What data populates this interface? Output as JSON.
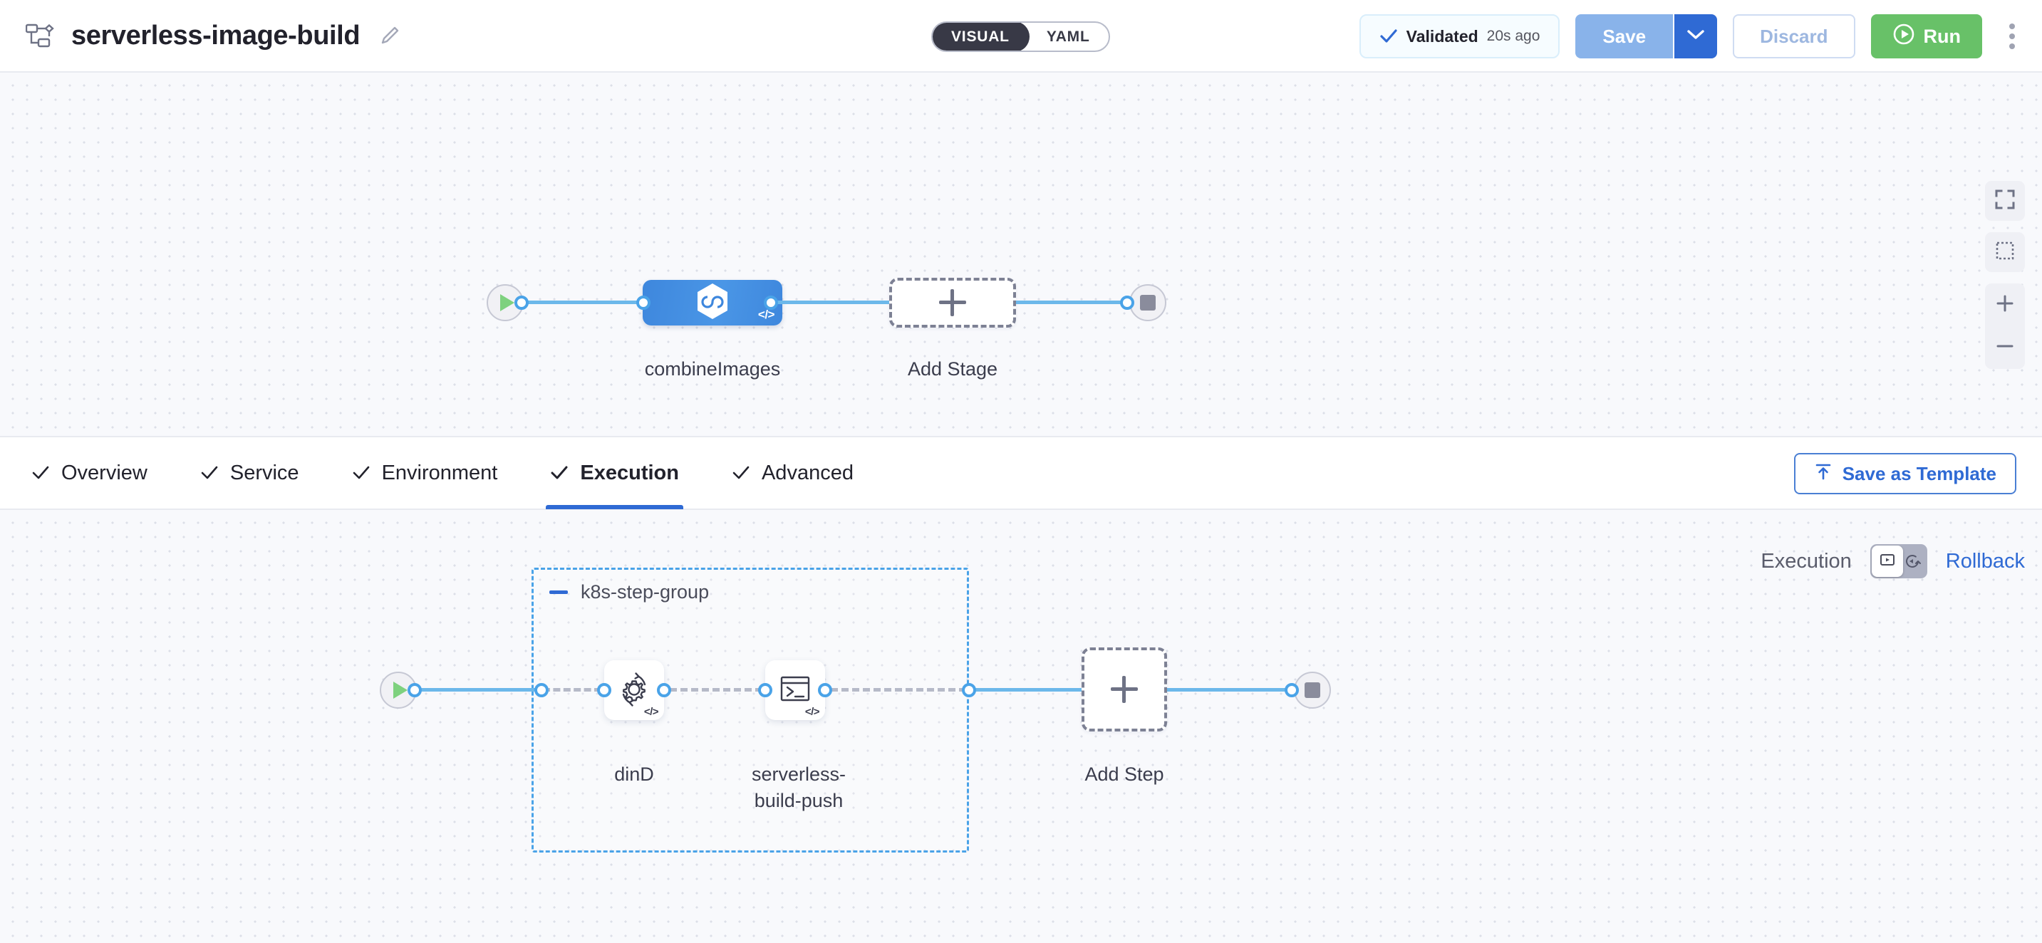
{
  "header": {
    "pipeline_icon": "pipeline-flow-icon",
    "title": "serverless-image-build",
    "edit_icon": "pencil-icon",
    "view_toggle": {
      "visual": "VISUAL",
      "yaml": "YAML",
      "selected": "VISUAL"
    },
    "validated": {
      "icon": "check-icon",
      "label": "Validated",
      "time": "20s ago"
    },
    "save": {
      "label": "Save",
      "caret_icon": "chevron-down-icon"
    },
    "discard": {
      "label": "Discard"
    },
    "run": {
      "label": "Run",
      "icon": "play-circle-icon"
    },
    "more_menu_icon": "kebab-menu-icon"
  },
  "stage_canvas": {
    "start_node": {
      "icon": "play-icon"
    },
    "end_node": {
      "icon": "stop-icon"
    },
    "stages": [
      {
        "name": "combineImages",
        "icon": "harness-ci-hexagon-icon",
        "badge": "</>",
        "selected": true
      }
    ],
    "add_stage": {
      "label": "Add Stage",
      "icon": "plus-icon"
    },
    "controls": [
      {
        "name": "fit-to-screen",
        "icon": "expand-icon"
      },
      {
        "name": "selection-mode",
        "icon": "dashed-square-icon"
      },
      {
        "name": "zoom-in",
        "icon": "plus-icon"
      },
      {
        "name": "zoom-out",
        "icon": "minus-icon"
      }
    ]
  },
  "tabs": {
    "items": [
      {
        "label": "Overview",
        "icon": "check-icon",
        "active": false
      },
      {
        "label": "Service",
        "icon": "check-icon",
        "active": false
      },
      {
        "label": "Environment",
        "icon": "check-icon",
        "active": false
      },
      {
        "label": "Execution",
        "icon": "check-icon",
        "active": true
      },
      {
        "label": "Advanced",
        "icon": "check-icon",
        "active": false
      }
    ],
    "save_as_template": {
      "label": "Save as Template",
      "icon": "upload-template-icon"
    }
  },
  "execution_canvas": {
    "mode_toggle": {
      "left_label": "Execution",
      "right_label": "Rollback",
      "left_icon": "execution-play-box-icon",
      "right_icon": "rollback-icon",
      "selected": "Execution"
    },
    "start_node": {
      "icon": "play-icon"
    },
    "end_node": {
      "icon": "stop-icon"
    },
    "step_group": {
      "title": "k8s-step-group",
      "collapse_icon": "minus-icon",
      "steps": [
        {
          "name": "dinD",
          "icon": "gear-rotate-icon",
          "badge": "</>"
        },
        {
          "name": "serverless-build-push",
          "icon": "terminal-icon",
          "badge": "</>"
        }
      ]
    },
    "add_step": {
      "label": "Add Step",
      "icon": "plus-icon"
    }
  },
  "colors": {
    "accent_blue": "#2f6ad4",
    "link_blue": "#6cb8ea",
    "port_blue": "#4aa3e8",
    "run_green": "#68c168",
    "stage_blue": "#4a96e6",
    "canvas_bg": "#f8f9fc"
  }
}
